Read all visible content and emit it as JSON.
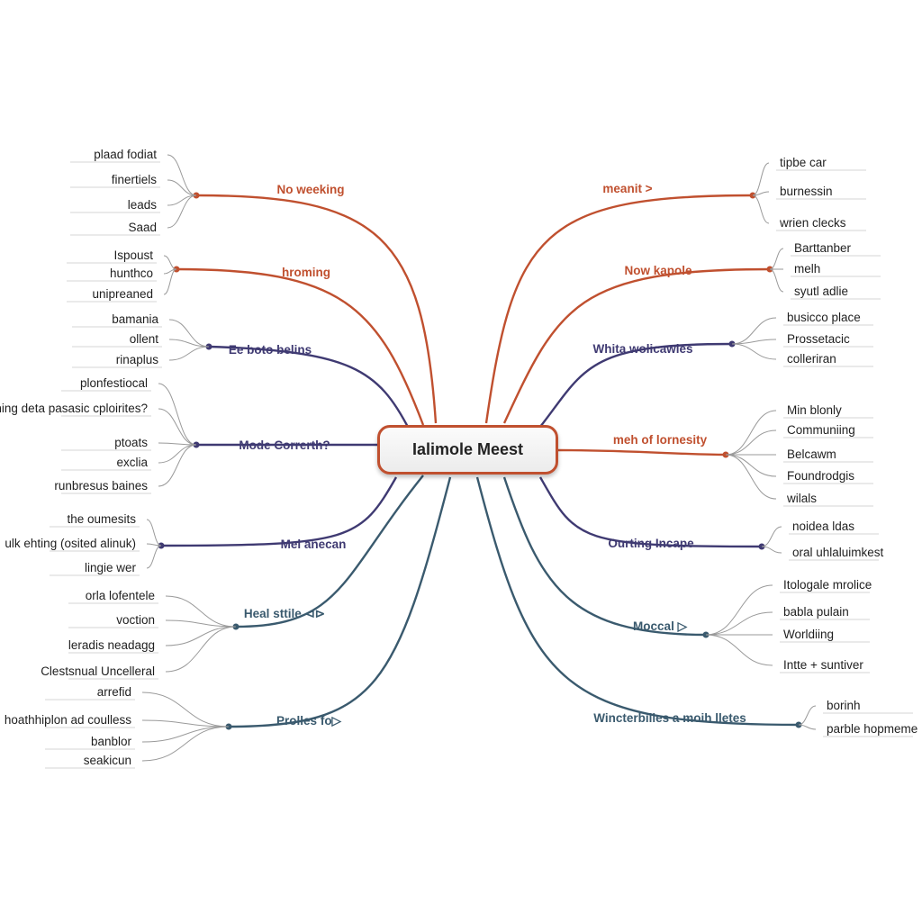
{
  "center": {
    "label": "Ialimole Meest"
  },
  "colors": {
    "orange": "#c0502f",
    "purple": "#3f3a72",
    "teal": "#3a5a6e",
    "leaf_line": "#9a9a9a"
  },
  "branches": [
    {
      "label": "No weeking",
      "color": "orange",
      "children": [
        "plaad fodiat",
        "finertiels",
        "leads",
        "Saad"
      ]
    },
    {
      "label": "hroming",
      "color": "orange",
      "children": [
        "Ispoust",
        "hunthco",
        "unipreaned"
      ]
    },
    {
      "label": "Ee boto belins",
      "color": "purple",
      "children": [
        "bamania",
        "ollent",
        "rinaplus"
      ]
    },
    {
      "label": "Mode Correrth?",
      "color": "purple",
      "children": [
        "plonfestiocal",
        "begiikanning deta pasasic cploirites?",
        "ptoats",
        "exclia",
        "runbresus baines"
      ]
    },
    {
      "label": "Mel anecan",
      "color": "purple",
      "children": [
        "the oumesits",
        "ulk ehting (osited alinuk)",
        "lingie wer"
      ]
    },
    {
      "label": "Heal sttile ⊲⊳",
      "color": "teal",
      "children": [
        "orla lofentele",
        "voction",
        "leradis neadagg",
        "Clestsnual Uncelleral"
      ]
    },
    {
      "label": "Prolles fo▷",
      "color": "teal",
      "children": [
        "arrefid",
        "hoathhiplon ad coulless",
        "banblor",
        "seakicun"
      ]
    },
    {
      "label": "meanit >",
      "color": "orange",
      "children": [
        "tipbe car",
        "burnessin",
        "wrien clecks"
      ]
    },
    {
      "label": "Now kapole",
      "color": "orange",
      "children": [
        "Barttanber",
        "melh",
        "syutl adlie"
      ]
    },
    {
      "label": "Whita wolicawies",
      "color": "purple",
      "children": [
        "busicco place",
        "Prossetacic",
        "colleriran"
      ]
    },
    {
      "label": "meh of lornesity",
      "color": "orange",
      "children": [
        "Min blonly",
        "Communiing",
        "Belcawm",
        "Foundrodgis",
        "wilals"
      ]
    },
    {
      "label": "Ourting Incape",
      "color": "purple",
      "children": [
        "noidea ldas",
        "oral uhlaluimkest"
      ]
    },
    {
      "label": "Moccal ▷",
      "color": "teal",
      "children": [
        "Itologale mrolice",
        "babla pulain",
        "Worldiing",
        "Intte + suntiver"
      ]
    },
    {
      "label": "Wincterbilles a moih lletes",
      "color": "teal",
      "children": [
        "borinh",
        "parble hopmeme"
      ]
    }
  ]
}
